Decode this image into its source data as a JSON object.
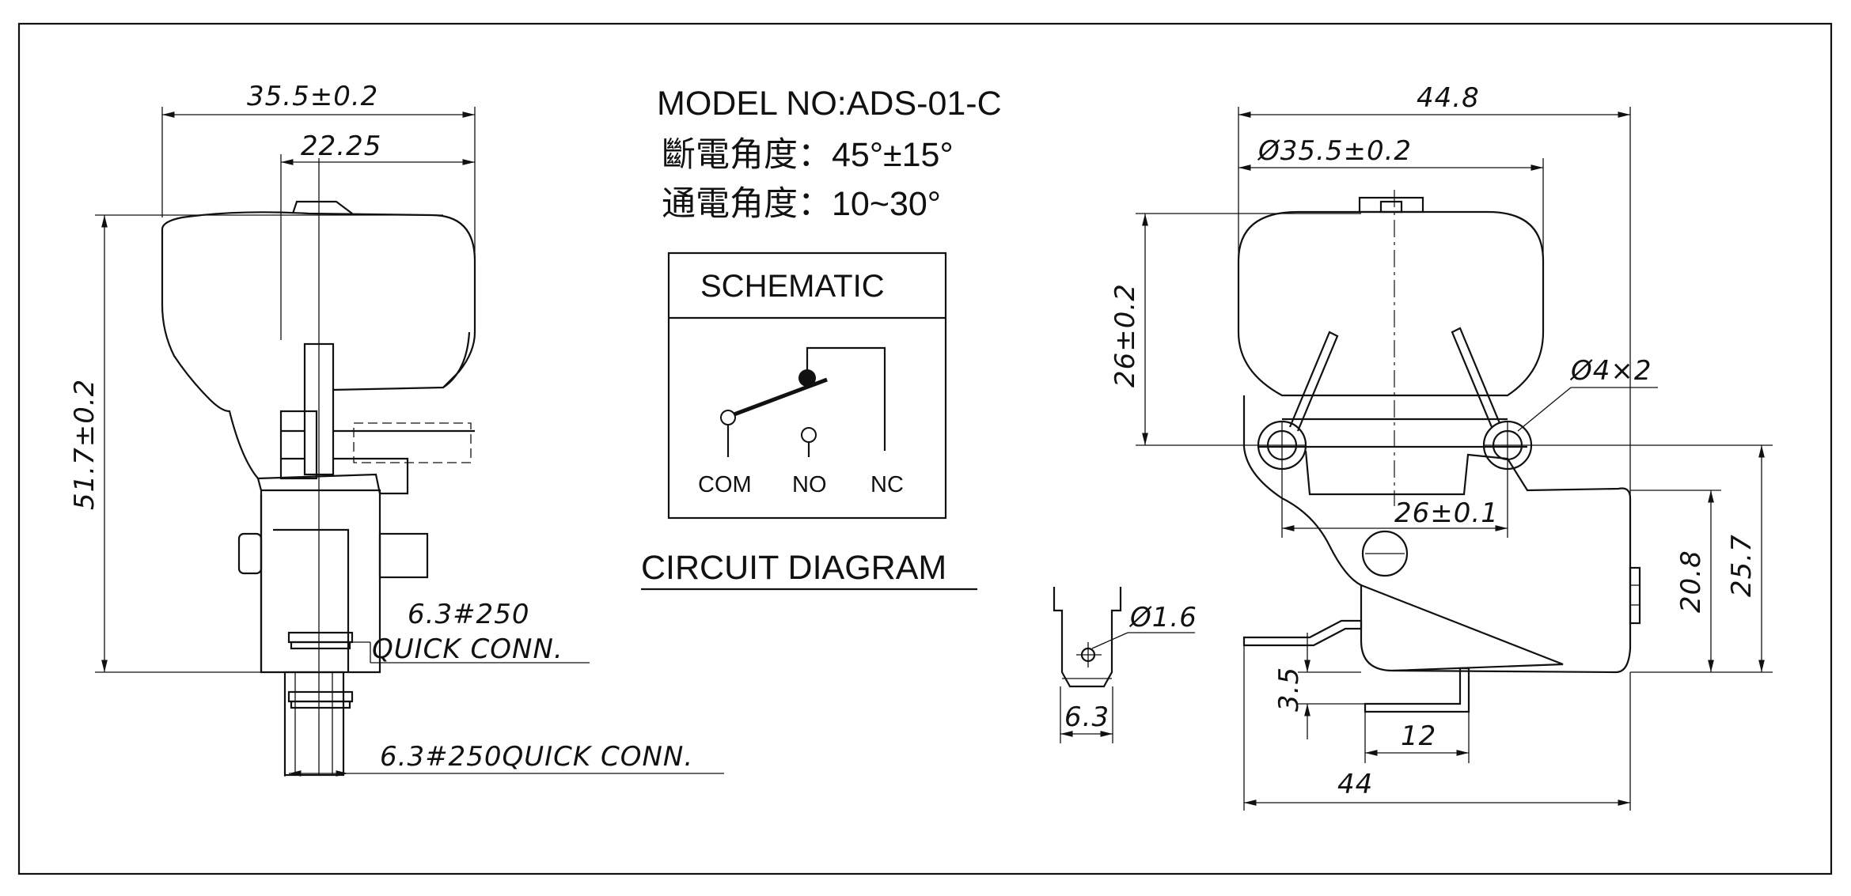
{
  "model_line": "MODEL NO:ADS-01-C",
  "break_angle": "斷電角度：45°±15°",
  "make_angle": "通電角度：10~30°",
  "schematic": {
    "title": "SCHEMATIC",
    "com": "COM",
    "no": "NO",
    "nc": "NC"
  },
  "circuit_caption": "CIRCUIT DIAGRAM",
  "side_view": {
    "width_overall": "35.5±0.2",
    "width_inner": "22.25",
    "height_overall": "51.7±0.2",
    "terminal_note_1": "6.3#250",
    "terminal_note_2": "QUICK CONN.",
    "terminal_note_bottom": "6.3#250QUICK CONN."
  },
  "terminal_detail": {
    "hole_dia": "Ø1.6",
    "tab_width": "6.3"
  },
  "front_view": {
    "width_top": "44.8",
    "cap_dia": "Ø35.5±0.2",
    "cap_height": "26±0.2",
    "pin_dia": "Ø4×2",
    "pin_spacing": "26±0.1",
    "height_208": "20.8",
    "height_257": "25.7",
    "offset_35": "3.5",
    "terminal_12": "12",
    "width_bottom": "44"
  }
}
